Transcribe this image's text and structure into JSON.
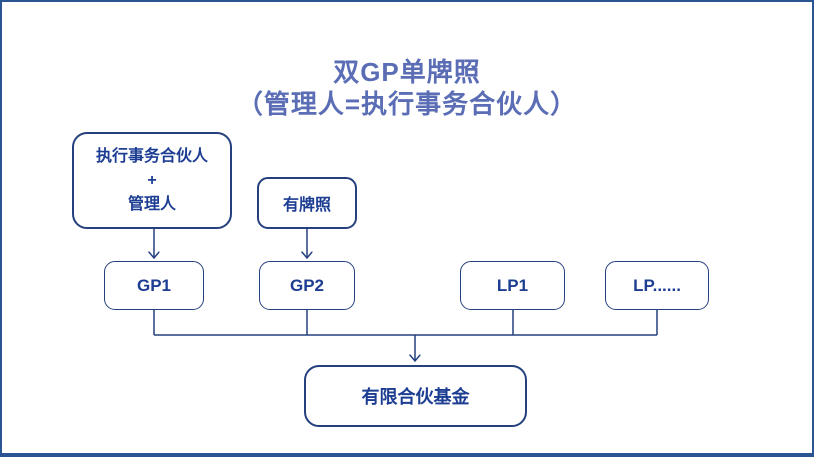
{
  "title": {
    "line1": "双GP单牌照",
    "line2": "（管理人=执行事务合伙人）"
  },
  "nodes": {
    "gp_manager": {
      "lines": [
        "执行事务合伙人",
        "+",
        "管理人"
      ]
    },
    "license": {
      "label": "有牌照"
    },
    "gp1": {
      "label": "GP1"
    },
    "gp2": {
      "label": "GP2"
    },
    "lp1": {
      "label": "LP1"
    },
    "lp_more": {
      "label": "LP......"
    },
    "fund": {
      "label": "有限合伙基金"
    }
  },
  "edges": [
    {
      "from": "gp_manager",
      "to": "gp1",
      "style": "arrow"
    },
    {
      "from": "license",
      "to": "gp2",
      "style": "arrow"
    },
    {
      "from": "gp1",
      "to": "fund",
      "style": "bus"
    },
    {
      "from": "gp2",
      "to": "fund",
      "style": "bus"
    },
    {
      "from": "lp1",
      "to": "fund",
      "style": "bus"
    },
    {
      "from": "lp_more",
      "to": "fund",
      "style": "bus"
    }
  ],
  "colors": {
    "background": "#FFFFFF",
    "frame_border": "#2A5492",
    "title_text": "#5B6EB5",
    "node_border": "#24417E",
    "node_text": "#1C3D92",
    "connector": "#24417E"
  }
}
